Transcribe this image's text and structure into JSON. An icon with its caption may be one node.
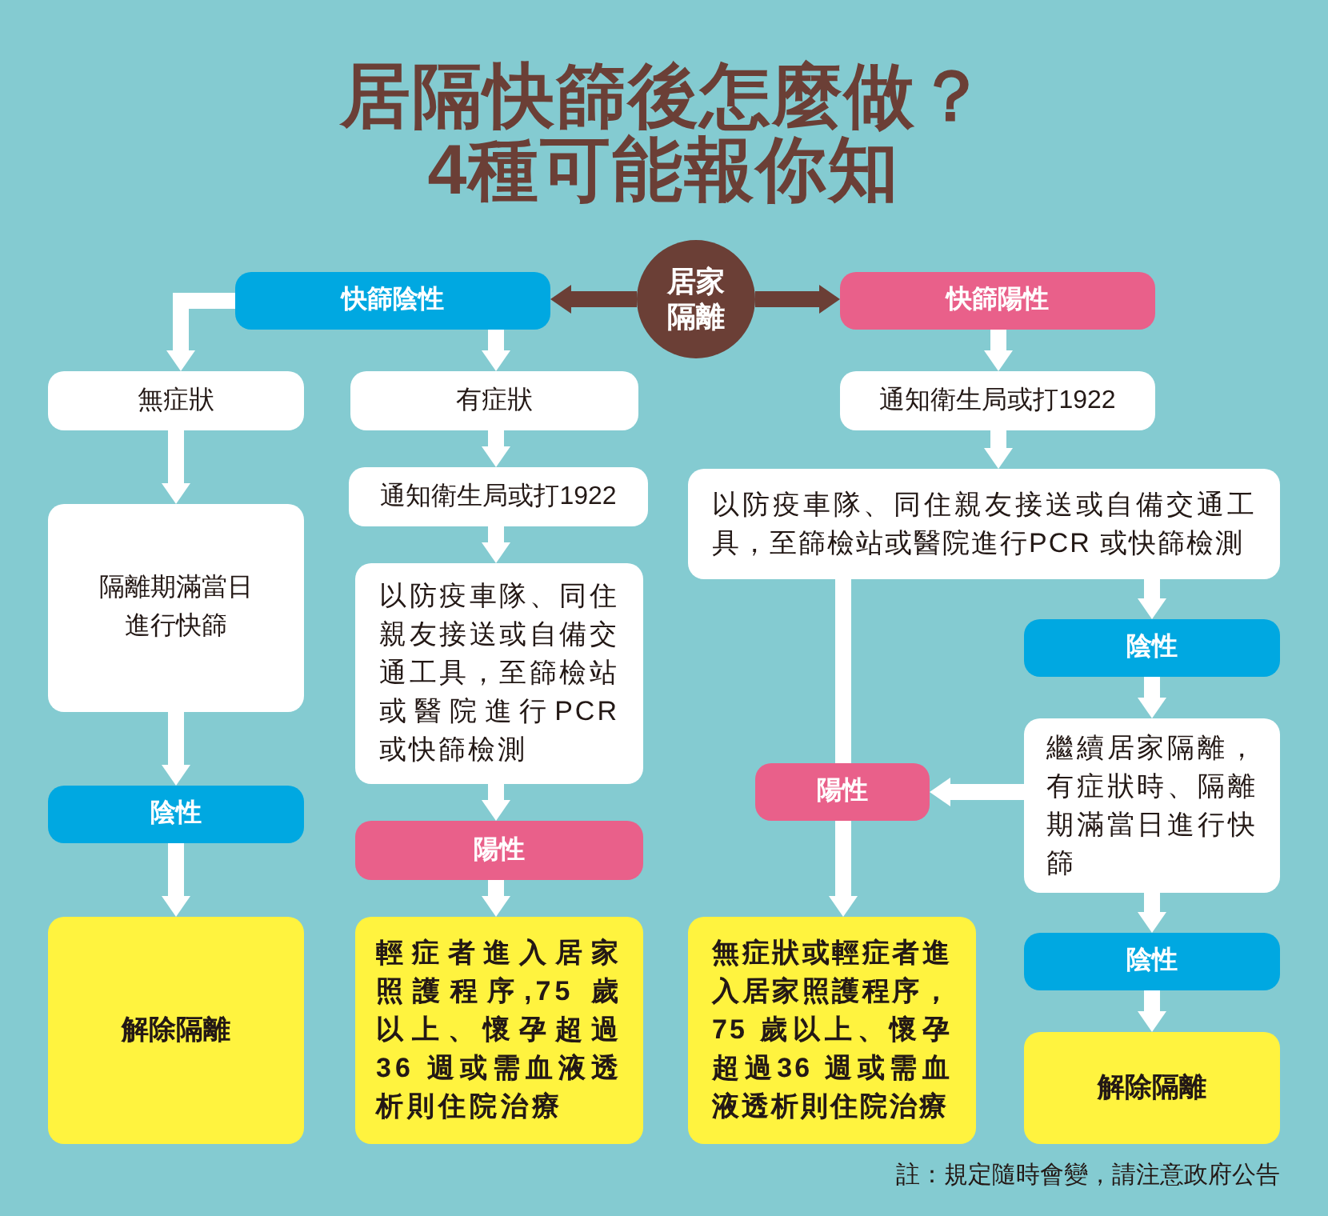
{
  "diagram": {
    "title": "居隔快篩後怎麼做？4種可能報你知",
    "nodes": [
      {
        "text": [
          "快篩陰性"
        ]
      },
      {
        "text": [
          "居家隔離"
        ]
      },
      {
        "text": [
          "快篩陽性"
        ]
      },
      {
        "text": [
          "無症狀"
        ]
      },
      {
        "text": [
          "有症狀"
        ]
      },
      {
        "text": [
          "通知衛生局或打1922"
        ]
      },
      {
        "text": [
          "通知衛生局或打1922"
        ]
      },
      {
        "text": [
          "以防疫車隊、同住親友接送或自備交通工具，至篩檢站或醫院進行PCR 或快篩檢測"
        ]
      },
      {
        "text": [
          "隔離期滿當日進行快篩"
        ]
      },
      {
        "text": [
          "以防疫車隊、同住親友接送或自備交通工具，至篩檢站或醫院進行PCR 或快篩檢測"
        ]
      },
      {
        "text": [
          "陰性"
        ]
      },
      {
        "text": [
          "繼續居家隔離，有症狀時、隔離期滿當日進行快篩"
        ]
      },
      {
        "text": [
          "陽性"
        ]
      },
      {
        "text": [
          "陰性"
        ]
      },
      {
        "text": [
          "陽性"
        ]
      },
      {
        "text": [
          "解除隔離"
        ]
      },
      {
        "text": [
          "輕症者進入居家照護程序,75 歲以上、懷孕超過36 週或需血液透析則住院治療"
        ]
      },
      {
        "text": [
          "無症狀或輕症者進入居家照護程序，75 歲以上、懷孕超過36 週或需血液透析則住院治療"
        ]
      },
      {
        "text": [
          "陰性"
        ]
      },
      {
        "text": [
          "解除隔離"
        ]
      }
    ],
    "edges": [
      {
        "from": 1,
        "to": 0,
        "arrow": "to",
        "color": "#6b3f36"
      },
      {
        "from": 1,
        "to": 2,
        "arrow": "to",
        "color": "#6b3f36"
      },
      {
        "from": 0,
        "to": 3,
        "arrow": "to"
      },
      {
        "from": 0,
        "to": 4,
        "arrow": "to"
      },
      {
        "from": 2,
        "to": 5,
        "arrow": "to"
      },
      {
        "from": 3,
        "to": 8,
        "arrow": "to"
      },
      {
        "from": 4,
        "to": 6,
        "arrow": "to"
      },
      {
        "from": 5,
        "to": 7,
        "arrow": "to"
      },
      {
        "from": 6,
        "to": 9,
        "arrow": "to"
      },
      {
        "from": 7,
        "to": 10,
        "arrow": "to"
      },
      {
        "from": 7,
        "to": 12,
        "arrow": "none"
      },
      {
        "from": 10,
        "to": 11,
        "arrow": "to"
      },
      {
        "from": 11,
        "to": 12,
        "arrow": "to"
      },
      {
        "from": 12,
        "to": 17,
        "arrow": "to"
      },
      {
        "from": 8,
        "to": 13,
        "arrow": "to"
      },
      {
        "from": 13,
        "to": 15,
        "arrow": "to"
      },
      {
        "from": 9,
        "to": 14,
        "arrow": "to"
      },
      {
        "from": 14,
        "to": 16,
        "arrow": "to"
      },
      {
        "from": 11,
        "to": 18,
        "arrow": "to"
      },
      {
        "from": 18,
        "to": 19,
        "arrow": "to"
      }
    ],
    "labels": [
      "註：規定隨時會變，請注意政府公告"
    ]
  }
}
